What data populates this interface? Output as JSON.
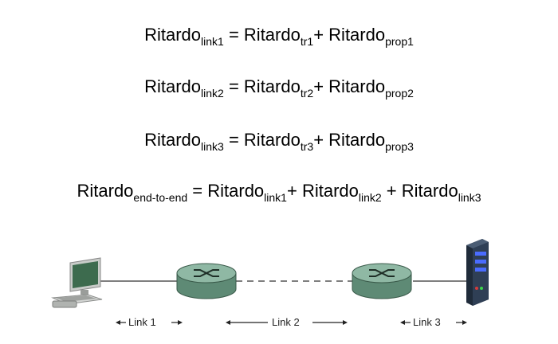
{
  "equations": [
    {
      "lhs": {
        "base": "Ritardo",
        "sub": "link1"
      },
      "rhs": [
        {
          "base": "Ritardo",
          "sub": "tr1"
        },
        {
          "op": "+"
        },
        {
          "base": "Ritardo",
          "sub": "prop1"
        }
      ]
    },
    {
      "lhs": {
        "base": "Ritardo",
        "sub": "link2"
      },
      "rhs": [
        {
          "base": "Ritardo",
          "sub": "tr2"
        },
        {
          "op": "+"
        },
        {
          "base": "Ritardo",
          "sub": "prop2"
        }
      ]
    },
    {
      "lhs": {
        "base": "Ritardo",
        "sub": "link3"
      },
      "rhs": [
        {
          "base": "Ritardo",
          "sub": "tr3"
        },
        {
          "op": "+"
        },
        {
          "base": "Ritardo",
          "sub": "prop3"
        }
      ]
    },
    {
      "lhs": {
        "base": "Ritardo",
        "sub": "end-to-end"
      },
      "rhs": [
        {
          "base": "Ritardo",
          "sub": "link1"
        },
        {
          "op": "+"
        },
        {
          "base": "Ritardo",
          "sub": "link2"
        },
        {
          "op": "+"
        },
        {
          "base": "Ritardo",
          "sub": "link3"
        }
      ]
    }
  ],
  "equals_sign": "=",
  "network": {
    "devices": [
      "computer-icon",
      "router-icon",
      "router-icon",
      "server-icon"
    ],
    "links": [
      {
        "label": "Link 1",
        "line_style": "solid"
      },
      {
        "label": "Link 2",
        "line_style": "dashed"
      },
      {
        "label": "Link 3",
        "line_style": "solid"
      }
    ],
    "colors": {
      "router_fill": "#5e8a75",
      "router_top": "#8fb8a4",
      "server_body": "#2b3b4f",
      "server_led": "#4a6cff",
      "screen": "#3d6b4e",
      "line": "#555555"
    }
  }
}
